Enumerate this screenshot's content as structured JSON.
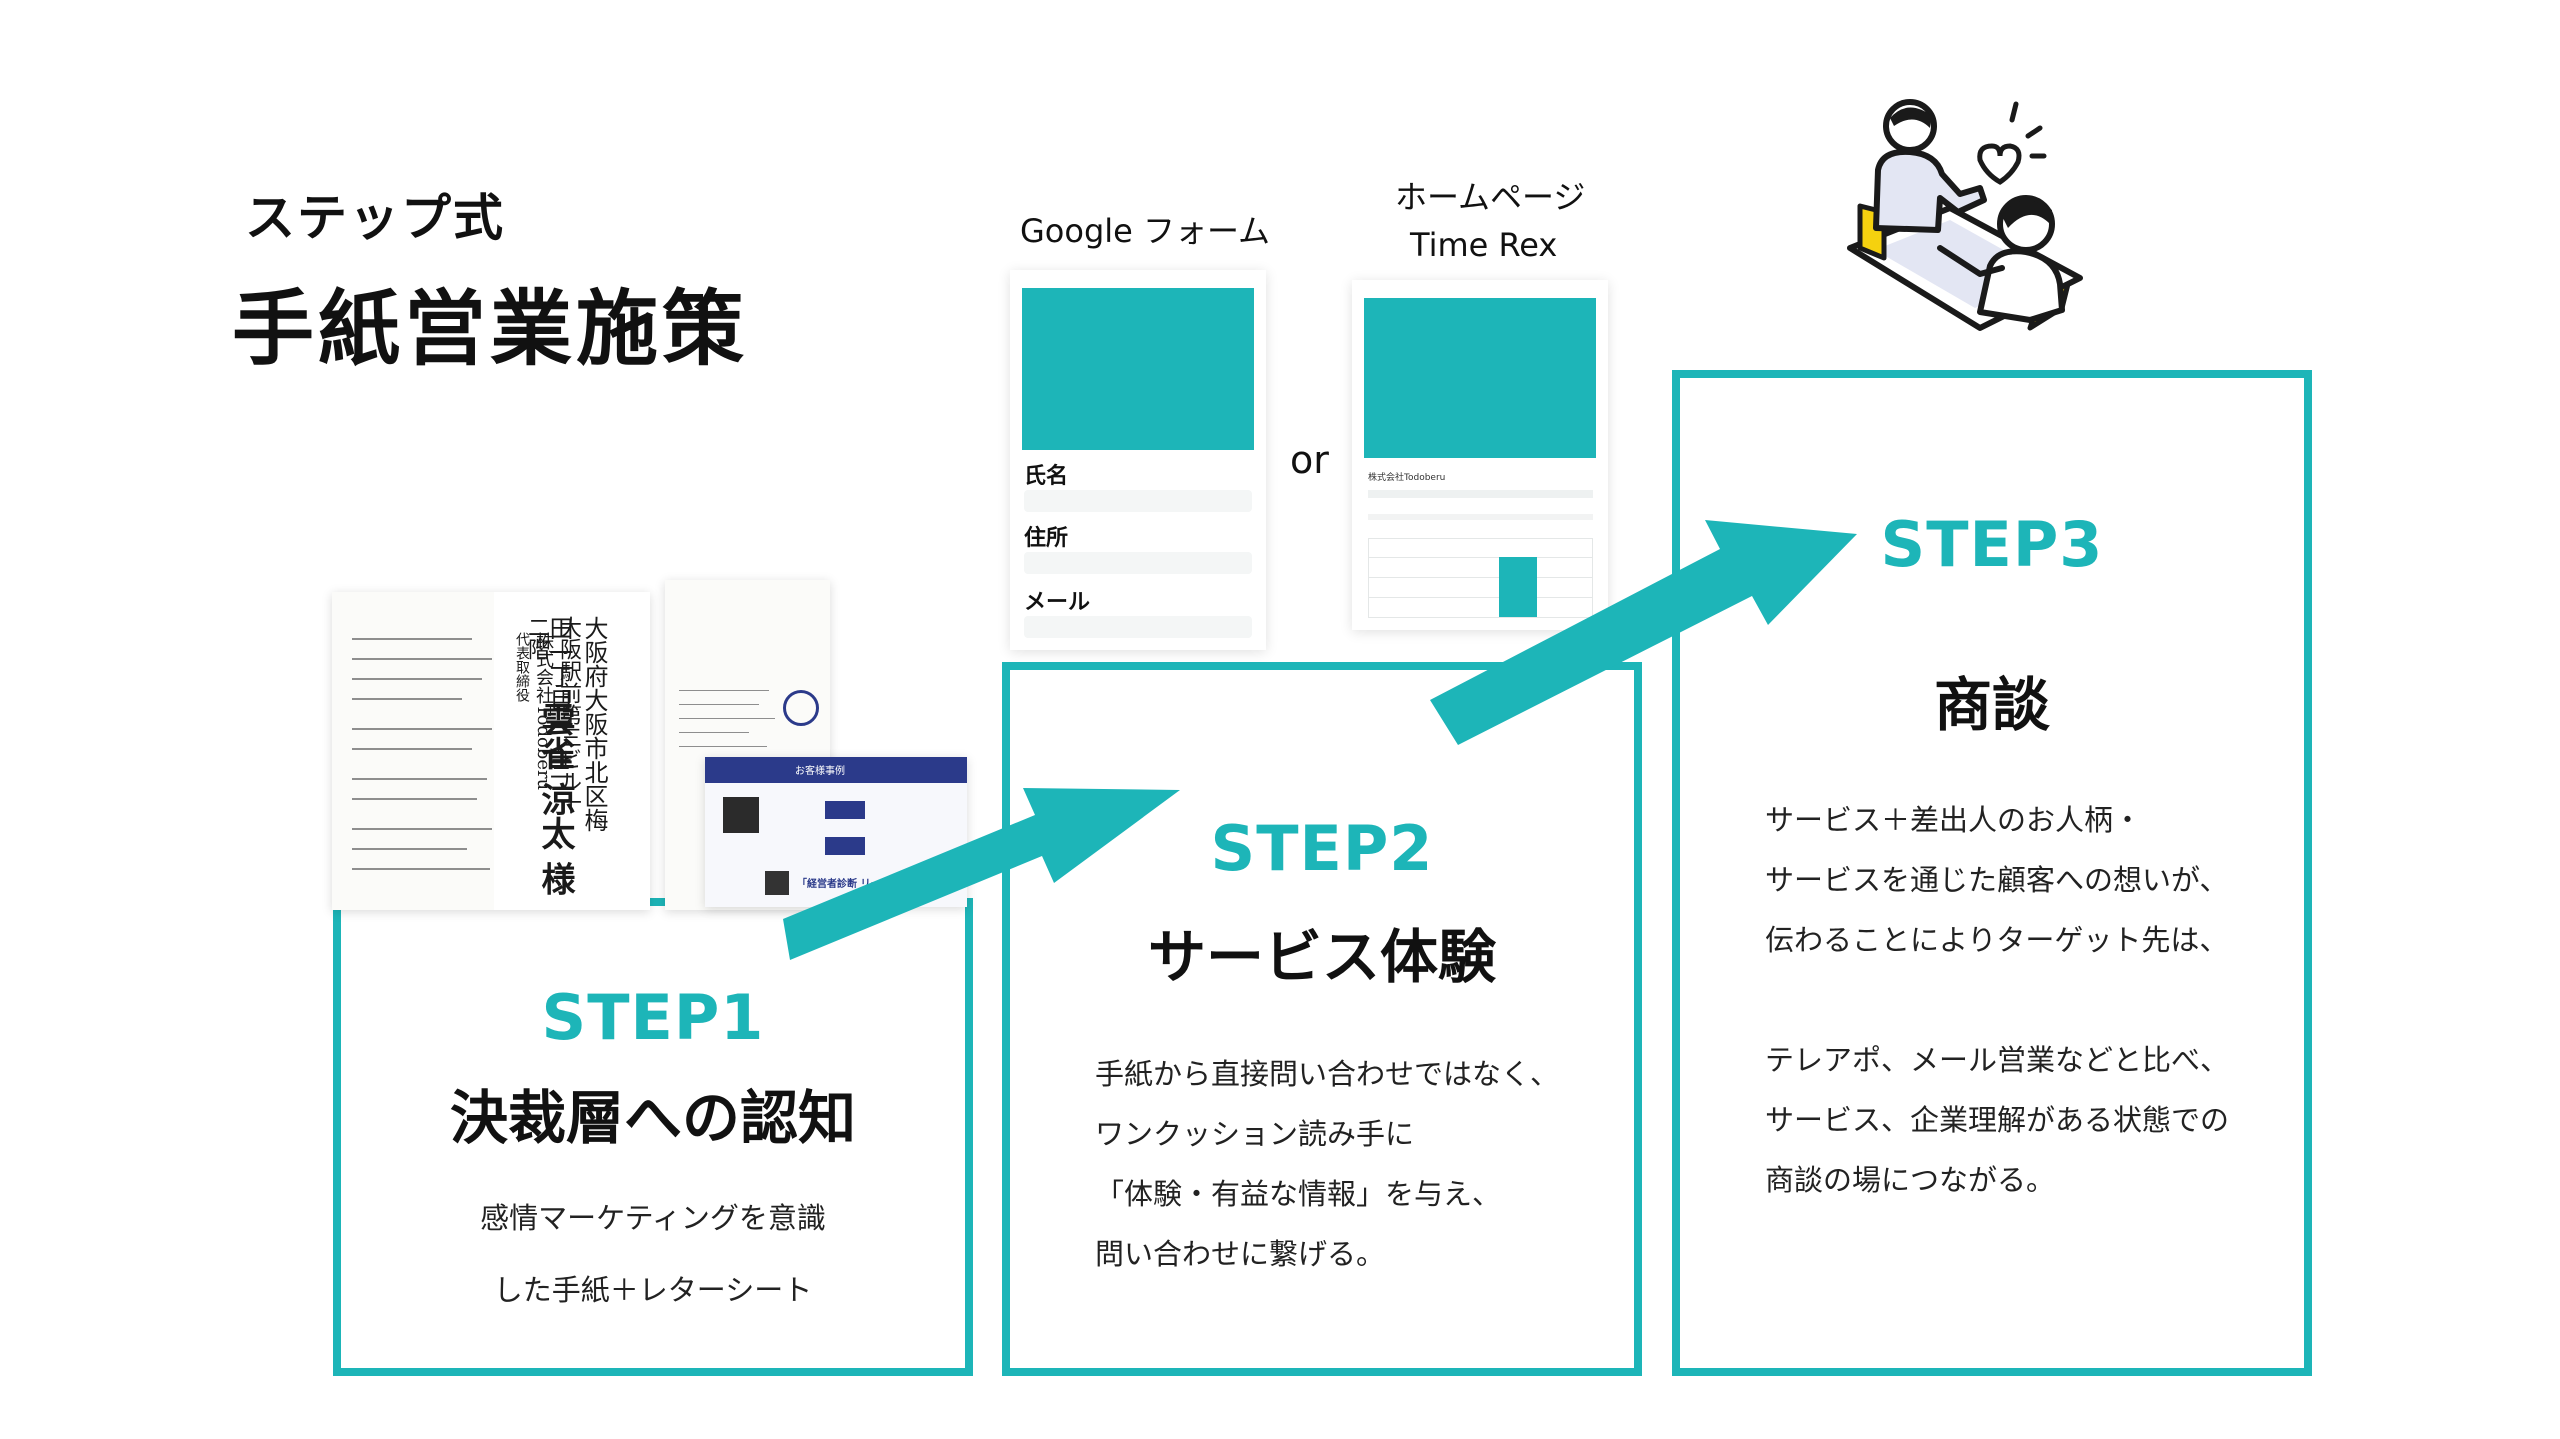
{
  "title": {
    "sub": "ステップ式",
    "main": "手紙営業施策"
  },
  "forms": {
    "google_label": "Google フォーム",
    "or_label": "or",
    "homepage_label": "ホームページ",
    "timerex_label": "Time Rex",
    "fields": [
      "氏名",
      "住所",
      "メール"
    ],
    "timerex_company": "株式会社Todoberu"
  },
  "letter": {
    "address_lines": [
      "大阪府大阪市北区梅田一丁目一−三",
      "大阪駅前第三ビル十二階",
      "株式会社Todoberu",
      "代表取締役",
      "雲雀 涼太 様"
    ],
    "flyer_badge": "お客様事例",
    "flyer_title": "「経営者診断 リーダーズ」"
  },
  "steps": [
    {
      "label": "STEP1",
      "heading": "決裁層への認知",
      "lines": [
        "感情マーケティングを意識",
        "した手紙＋レターシート"
      ]
    },
    {
      "label": "STEP2",
      "heading": "サービス体験",
      "lines": [
        "手紙から直接問い合わせではなく、",
        "ワンクッション読み手に",
        "「体験・有益な情報」を与え、",
        "問い合わせに繋げる。"
      ]
    },
    {
      "label": "STEP3",
      "heading": "商談",
      "lines": [
        "サービス＋差出人のお人柄・",
        "サービスを通じた顧客への想いが、",
        "伝わることによりターゲット先は、",
        "",
        "テレアポ、メール営業などと比べ、",
        "サービス、企業理解がある状態での",
        "商談の場につながる。"
      ]
    }
  ],
  "colors": {
    "accent": "#1db5b8",
    "illustration_yellow": "#f5d10f",
    "illustration_lavender": "#e3e6f3"
  },
  "icons": [
    "meeting-illustration-icon",
    "arrow-up-right-icon"
  ]
}
